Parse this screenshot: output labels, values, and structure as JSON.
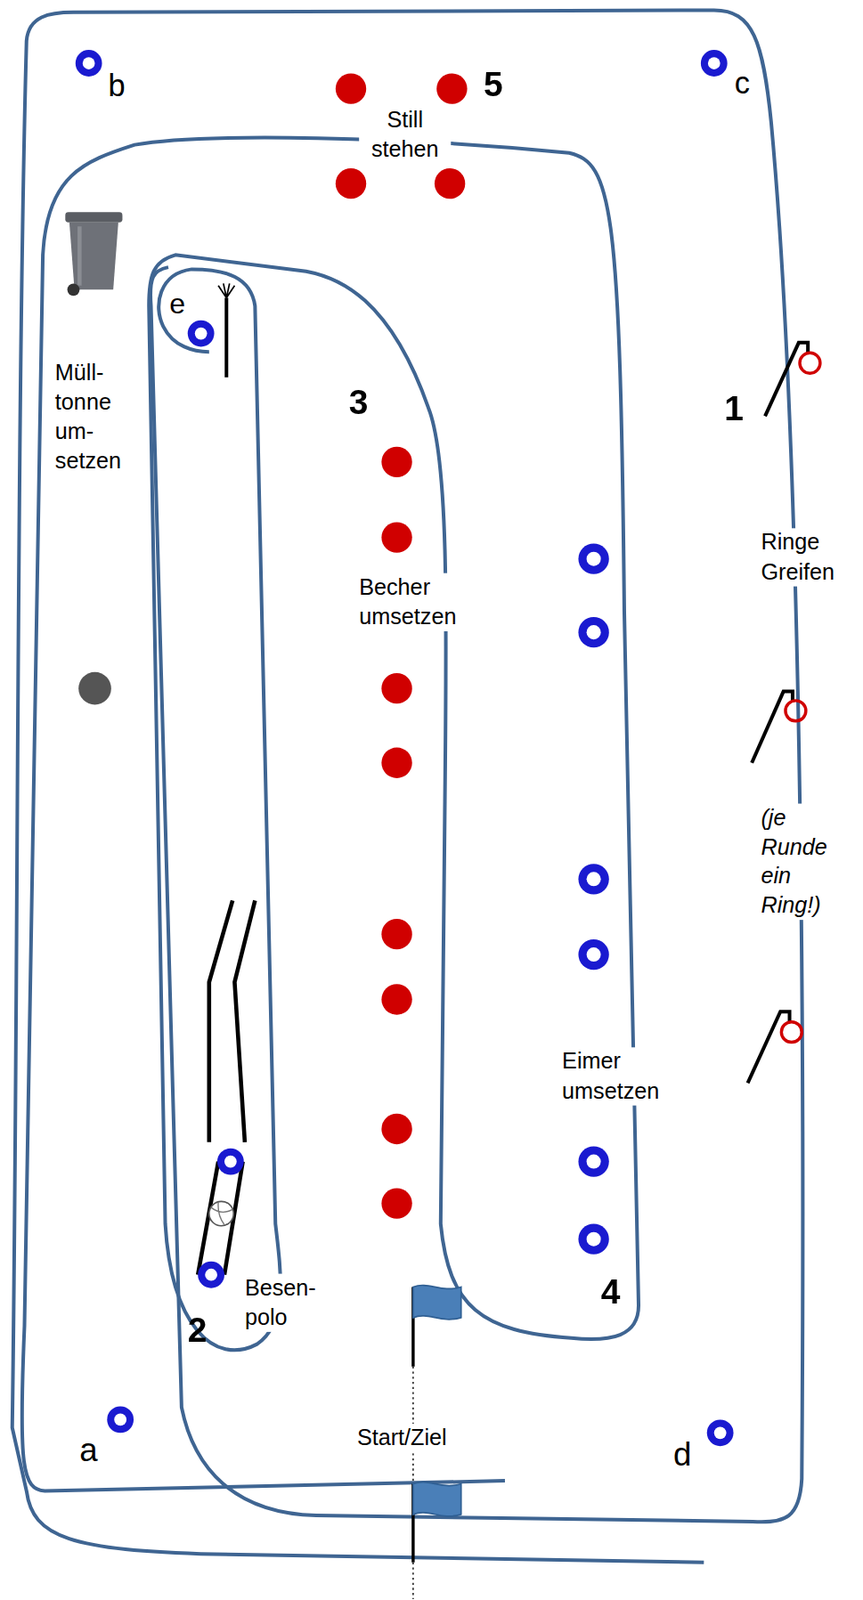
{
  "diagram": {
    "labels": [
      "b",
      "5",
      "Still stehen",
      "c",
      "e",
      "Müll- tonne um- setzen",
      "3",
      "1",
      "Becher umsetzen",
      "Ringe Greifen",
      "(je Runde ein Ring!)",
      "Eimer umsetzen",
      "4",
      "Besen- polo",
      "2",
      "a",
      "Start/Ziel",
      "d"
    ]
  }
}
